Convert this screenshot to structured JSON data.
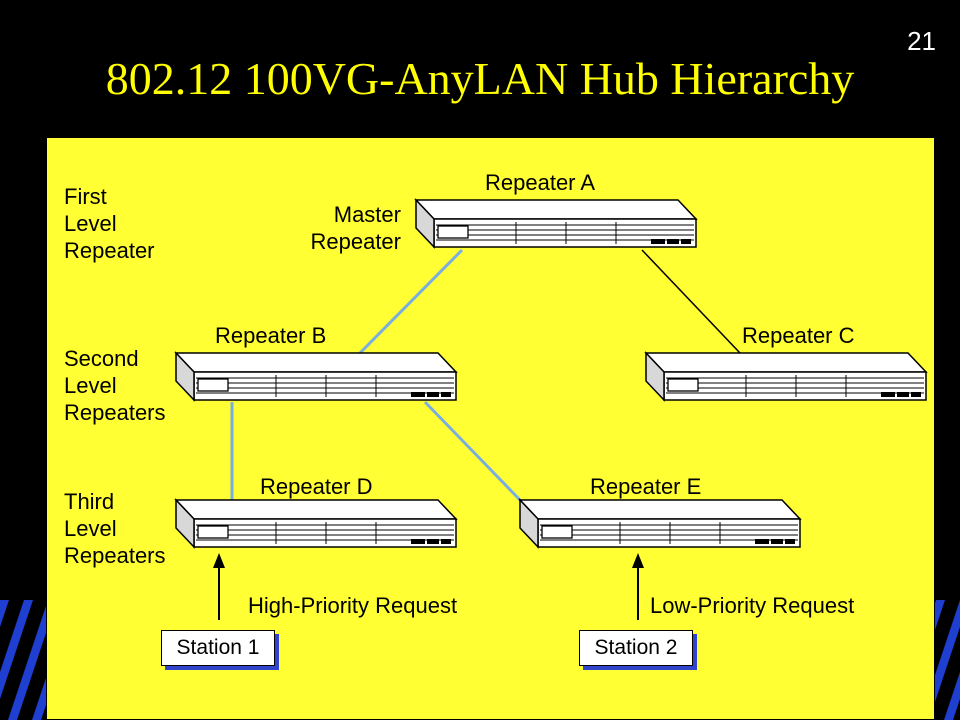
{
  "page_number": "21",
  "title": "802.12 100VG-AnyLAN Hub Hierarchy",
  "levels": {
    "first": [
      "First",
      "Level",
      "Repeater"
    ],
    "second": [
      "Second",
      "Level",
      "Repeaters"
    ],
    "third": [
      "Third",
      "Level",
      "Repeaters"
    ]
  },
  "master_label": [
    "Master",
    "Repeater"
  ],
  "repeaters": {
    "a": "Repeater A",
    "b": "Repeater B",
    "c": "Repeater C",
    "d": "Repeater D",
    "e": "Repeater E"
  },
  "stations": {
    "s1": "Station 1",
    "s2": "Station 2"
  },
  "requests": {
    "high": "High-Priority Request",
    "low": "Low-Priority Request"
  },
  "colors": {
    "background": "#000000",
    "panel": "#ffff33",
    "title": "#ffff00",
    "blue_link": "#7aaee0",
    "black_link": "#000000",
    "stripe_blue": "#1e3fd0"
  }
}
